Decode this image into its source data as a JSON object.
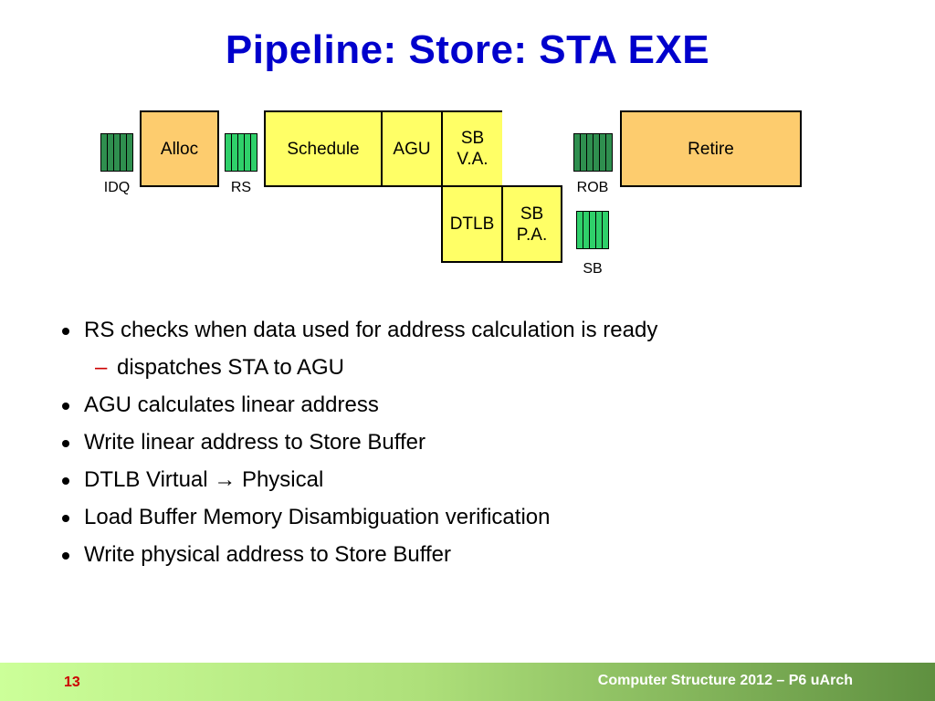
{
  "title": "Pipeline: Store: STA EXE",
  "pipeline": {
    "alloc": "Alloc",
    "schedule": "Schedule",
    "agu": "AGU",
    "sb_va_line1": "SB",
    "sb_va_line2": "V.A.",
    "retire": "Retire",
    "dtlb": "DTLB",
    "sb_pa_line1": "SB",
    "sb_pa_line2": "P.A."
  },
  "buffers": {
    "idq": "IDQ",
    "rs": "RS",
    "rob": "ROB",
    "sb": "SB"
  },
  "bullets": [
    "RS checks when data used for address calculation is ready",
    "dispatches STA to AGU",
    "AGU calculates linear address",
    "Write linear address to Store Buffer",
    "DTLB Virtual → Physical",
    "Load Buffer Memory Disambiguation verification",
    "Write physical address to Store Buffer"
  ],
  "sub_bullet_marker": "–",
  "footer": {
    "page_number": "13",
    "text": "Computer Structure 2012 – P6 uArch"
  },
  "colors": {
    "title": "#0000cc",
    "stage_orange": "#fdcc6e",
    "stage_yellow": "#ffff66",
    "buffer_dark_green": "#2f8f4f",
    "buffer_light_green": "#2fd06a",
    "page_number": "#cc0000"
  }
}
